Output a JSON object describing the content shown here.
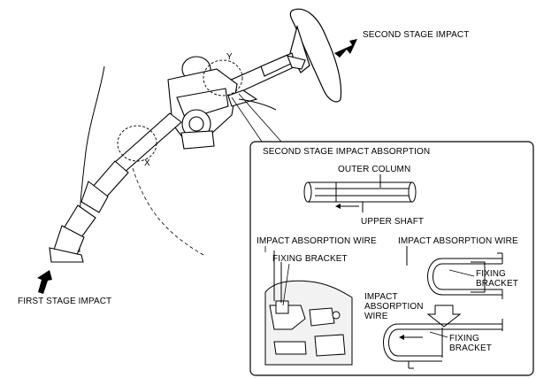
{
  "labels": {
    "second_stage_impact": "SECOND STAGE IMPACT",
    "first_stage_impact": "FIRST STAGE IMPACT",
    "callout_y": "Y",
    "callout_x": "X",
    "inset_title": "SECOND STAGE IMPACT ABSORPTION",
    "outer_column": "OUTER COLUMN",
    "upper_shaft": "UPPER SHAFT",
    "impact_absorption_wire_left": "IMPACT ABSORPTION WIRE",
    "fixing_bracket_left": "FIXING BRACKET",
    "impact_absorption_wire_right": "IMPACT ABSORPTION WIRE",
    "fixing_bracket_right_top": "FIXING\nBRACKET",
    "impact_absorption_wire_bottom": "IMPACT\nABSORPTION\nWIRE",
    "fixing_bracket_right_bottom": "FIXING\nBRACKET"
  }
}
